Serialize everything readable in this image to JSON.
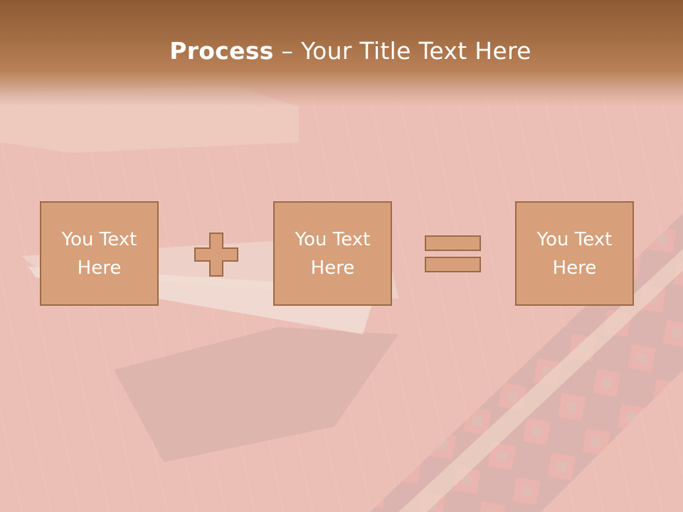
{
  "slide": {
    "title_bold": "Process",
    "title_rest": " – Your Title Text Here"
  },
  "process_boxes": [
    {
      "text": "You Text\nHere"
    },
    {
      "text": "You Text\nHere"
    },
    {
      "text": "You Text\nHere"
    }
  ],
  "operators": [
    "plus-icon",
    "equals-icon"
  ],
  "colors": {
    "header": "#a46e45",
    "box_fill": "#d7a07a",
    "box_border": "#9b6a48",
    "background": "#e3a39b"
  }
}
